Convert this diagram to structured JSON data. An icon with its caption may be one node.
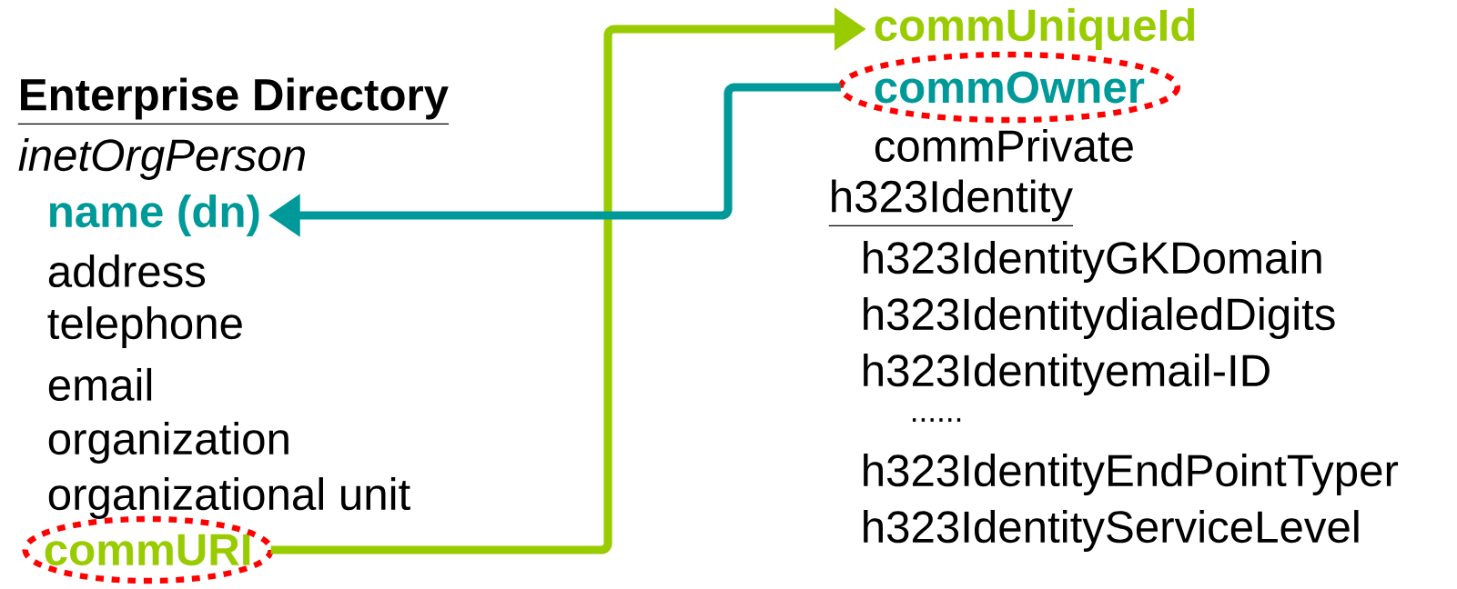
{
  "diagram": {
    "nodes": [
      {
        "text": [
          "name (dn)"
        ]
      },
      {
        "text": [
          "commURI"
        ]
      },
      {
        "text": [
          "commUniqueId"
        ]
      },
      {
        "text": [
          "commOwner"
        ]
      }
    ],
    "edges": [
      {
        "from": 1,
        "to": 2,
        "arrow": "to",
        "color": "#99cc00"
      },
      {
        "from": 3,
        "to": 0,
        "arrow": "to",
        "color": "#009999"
      }
    ],
    "labels": [
      "Enterprise Directory",
      "inetOrgPerson",
      "address",
      "telephone",
      "email",
      "organization",
      "organizational unit",
      "commPrivate",
      "h323Identity",
      "h323IdentityGKDomain",
      "h323IdentitydialedDigits",
      "h323Identityemail-ID",
      "......",
      "h323IdentityEndPointTyper",
      "h323IdentityServiceLevel"
    ]
  }
}
